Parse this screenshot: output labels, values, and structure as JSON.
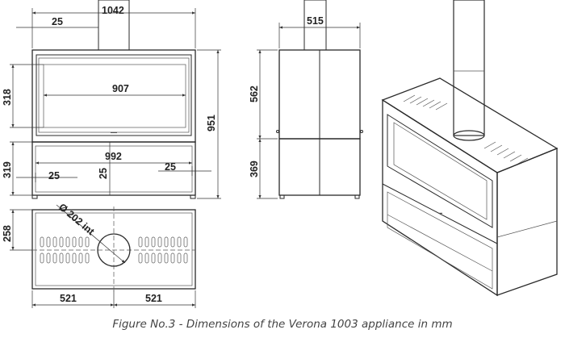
{
  "front_view": {
    "overall_width": "1042",
    "left_offset": "25",
    "glass_height": "318",
    "glass_width": "907",
    "total_height": "951",
    "base_height": "319",
    "base_width": "992",
    "base_side_left": "25",
    "base_side_right": "25",
    "base_inset": "25"
  },
  "side_view": {
    "depth": "515",
    "upper_height": "562",
    "lower_height": "369"
  },
  "top_view": {
    "depth": "258",
    "flue_label": "Ø 202 int",
    "half_left": "521",
    "half_right": "521"
  },
  "caption": "Figure No.3 - Dimensions of the Verona 1003  appliance in mm"
}
